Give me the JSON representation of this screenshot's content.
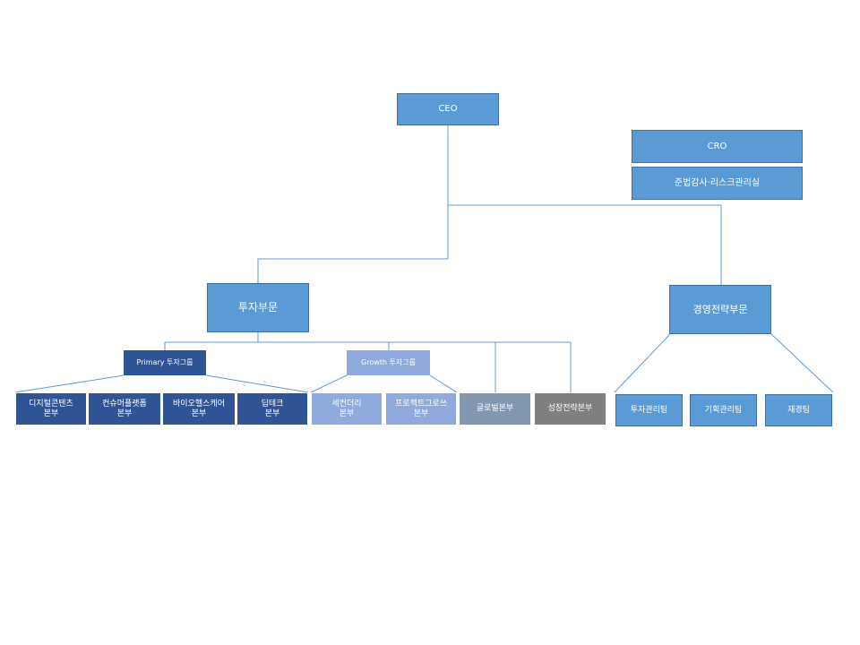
{
  "colors": {
    "mid_blue": "#5b9bd5",
    "dark_blue": "#2f5597",
    "light_blue": "#8faadc",
    "slate": "#8497b0",
    "grey": "#7f7f7f"
  },
  "org": {
    "ceo": "CEO",
    "cro": "CRO",
    "compliance": "준법감사·리스크관리실",
    "investment_division": "투자부문",
    "management_division": "경영전략부문",
    "primary_group": "Primary 투자그룹",
    "growth_group": "Growth 투자그룹",
    "units": {
      "digital_contents": "디지털콘텐츠\n본부",
      "consumer_platform": "컨슈머플랫폼\n본부",
      "bio_healthcare": "바이오헬스케어\n본부",
      "deep_tech": "딥테크\n본부",
      "secondary": "세컨더리\n본부",
      "project_growth": "프로젝트그로쓰\n본부",
      "global": "글로벌본부",
      "growth_strategy": "성장전략본부"
    },
    "teams": {
      "investment_mgmt": "투자관리팀",
      "planning_mgmt": "기획관리팀",
      "finance": "재경팀"
    }
  }
}
